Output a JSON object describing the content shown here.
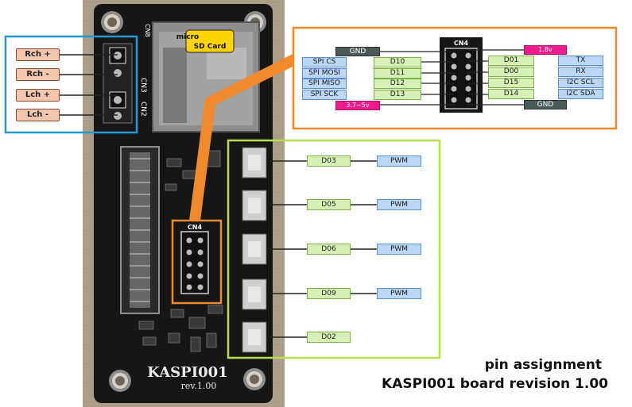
{
  "board": {
    "name": "KASPI001",
    "rev": "rev.1.00",
    "sd_slot": {
      "line1": "micro",
      "line2": "SD Card"
    },
    "connectors": [
      "CN3",
      "CN2",
      "CN4",
      "CN8"
    ]
  },
  "audio_pins": [
    "Rch +",
    "Rch -",
    "Lch +",
    "Lch -"
  ],
  "cn4_header": {
    "title": "CN4",
    "gnd_left": "GND",
    "volt_right": "1.8v",
    "volt_left": "3.7~5v",
    "gnd_right": "GND",
    "left_rows": [
      {
        "func": "SPI CS",
        "pin": "D10"
      },
      {
        "func": "SPI MOSI",
        "pin": "D11"
      },
      {
        "func": "SPI MISO",
        "pin": "D12"
      },
      {
        "func": "SPI SCK",
        "pin": "D13"
      }
    ],
    "right_rows": [
      {
        "pin": "D01",
        "func": "TX"
      },
      {
        "pin": "D00",
        "func": "RX"
      },
      {
        "pin": "D15",
        "func": "I2C SCL"
      },
      {
        "pin": "D14",
        "func": "I2C SDA"
      }
    ]
  },
  "button_pins": [
    {
      "pin": "D03",
      "func": "PWM"
    },
    {
      "pin": "D05",
      "func": "PWM"
    },
    {
      "pin": "D06",
      "func": "PWM"
    },
    {
      "pin": "D09",
      "func": "PWM"
    },
    {
      "pin": "D02",
      "func": ""
    }
  ],
  "caption": {
    "line1": "pin assignment",
    "line2": "KASPI001 board revision 1.00"
  },
  "colors": {
    "blue_box": "#1e9ad6",
    "orange_box": "#f08a2c",
    "green_box": "#b6e04a",
    "pcb": "#161616",
    "wood": "#a99a84"
  }
}
